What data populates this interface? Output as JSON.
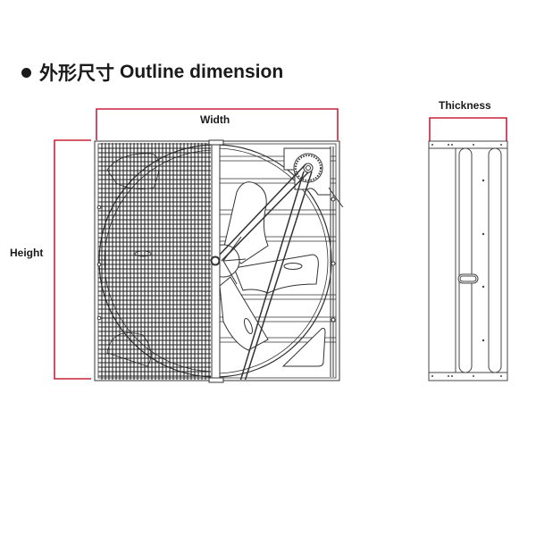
{
  "title": {
    "bullet": "●",
    "chinese": "外形尺寸",
    "english": "Outline dimension"
  },
  "labels": {
    "width": "Width",
    "height": "Height",
    "thickness": "Thickness"
  },
  "colors": {
    "dimension_line": "#c8233c",
    "drawing_line": "#333333",
    "text": "#1a1a1a",
    "background": "#ffffff"
  },
  "views": {
    "front": "Front view of exhaust fan: grille on left half, belt-driven blade assembly on right half",
    "side": "Side view showing fan frame thickness"
  }
}
